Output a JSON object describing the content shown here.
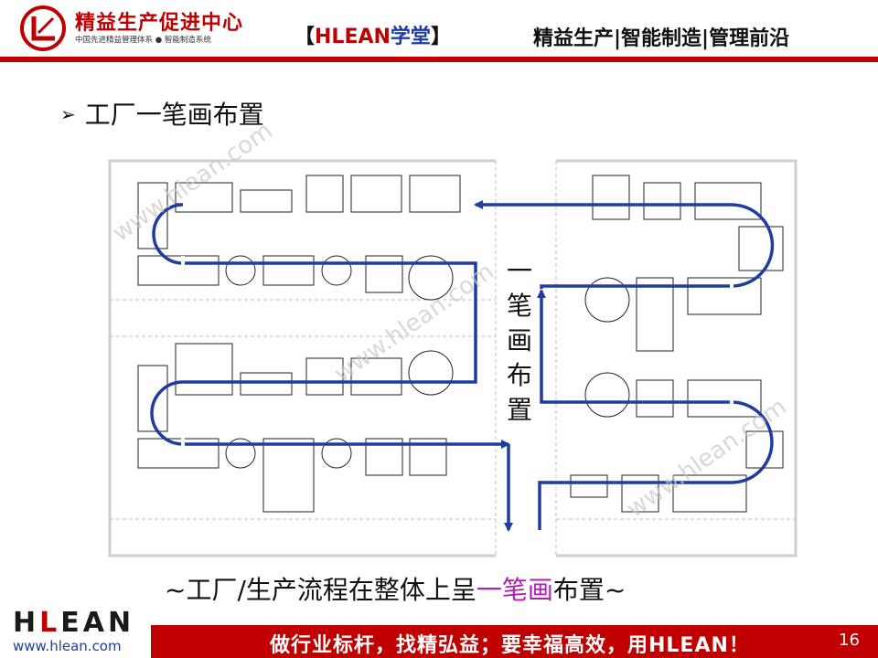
{
  "header": {
    "logo_title": "精益生产促进中心",
    "logo_subtitle": "中国先进精益管理体系 ● 智能制造系统",
    "brand_open": "【",
    "brand_h": "HLEAN",
    "brand_tail": "学堂",
    "brand_close": "】",
    "tagline": "精益生产|智能制造|管理前沿"
  },
  "slide": {
    "bullet": "➢",
    "title": "工厂一笔画布置",
    "diagram_label": [
      "一",
      "笔",
      "画",
      "布",
      "置"
    ],
    "caption_prefix": "~工厂/生产流程在整体上呈",
    "caption_highlight": "一笔画",
    "caption_suffix": "布置~"
  },
  "watermark": "www.hlean.com",
  "footer": {
    "logo": "HLEAN",
    "url": "www.hlean.com",
    "slogan": "做行业标杆，找精弘益；要幸福高效，用HLEAN！",
    "page_number": "16"
  },
  "colors": {
    "accent": "#c00000",
    "flow": "#1f3da0",
    "highlight": "#b020b0"
  }
}
